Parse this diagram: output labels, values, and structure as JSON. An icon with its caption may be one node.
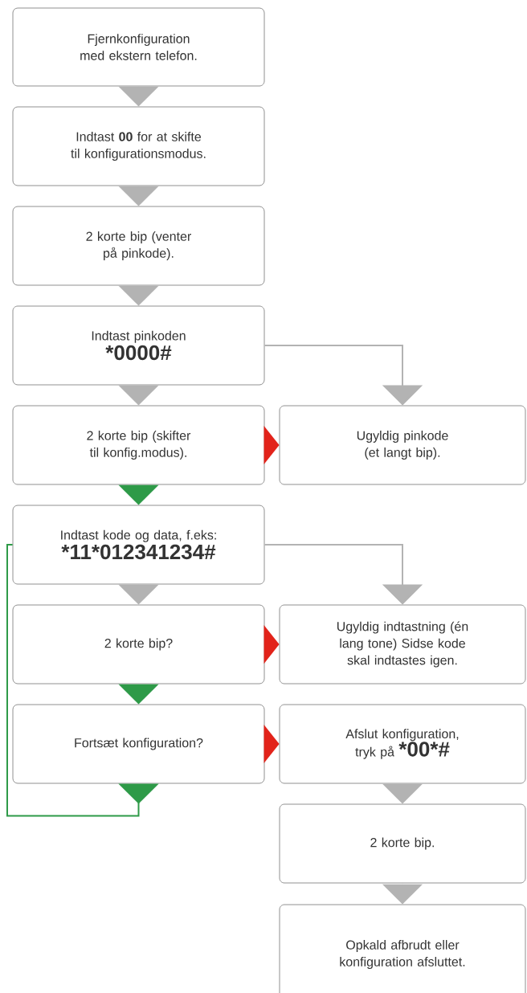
{
  "diagram": {
    "nodes": [
      {
        "text": [
          "Fjernkonfiguration med ekstern telefon."
        ]
      },
      {
        "text": [
          "Indtast **00** for at skifte til konfigurationsmodus."
        ]
      },
      {
        "text": [
          "2 korte bip (venter på pinkode)."
        ]
      },
      {
        "text": [
          "Indtast pinkoden",
          "*0000#"
        ]
      },
      {
        "text": [
          "2 korte bip (skifter til konfig.modus)."
        ]
      },
      {
        "text": [
          "Ugyldig pinkode (et langt bip)."
        ]
      },
      {
        "text": [
          "Indtast kode og data, f.eks:",
          "*11*012341234#"
        ]
      },
      {
        "text": [
          "2 korte bip?"
        ]
      },
      {
        "text": [
          "Ugyldig indtastning (én lang tone) Sidse kode skal indtastes igen."
        ]
      },
      {
        "text": [
          "Fortsæt konfiguration?"
        ]
      },
      {
        "text": [
          "Afslut konfiguration, tryk på",
          "*00*#"
        ]
      },
      {
        "text": [
          "2 korte bip."
        ]
      },
      {
        "text": [
          "Opkald afbrudt eller konfiguration afsluttet."
        ]
      }
    ],
    "edges": [
      {
        "from": 0,
        "to": 1,
        "arrow": "to"
      },
      {
        "from": 1,
        "to": 2,
        "arrow": "to"
      },
      {
        "from": 2,
        "to": 3,
        "arrow": "to"
      },
      {
        "from": 3,
        "to": 4,
        "arrow": "to"
      },
      {
        "from": 3,
        "to": 5,
        "arrow": "to",
        "color": "#b3b3b3"
      },
      {
        "from": 4,
        "to": 5,
        "arrow": "to",
        "color": "#e2231a"
      },
      {
        "from": 4,
        "to": 6,
        "arrow": "to",
        "color": "#2e9a48"
      },
      {
        "from": 6,
        "to": 7,
        "arrow": "to"
      },
      {
        "from": 6,
        "to": 8,
        "arrow": "to",
        "color": "#b3b3b3"
      },
      {
        "from": 7,
        "to": 8,
        "arrow": "to",
        "color": "#e2231a"
      },
      {
        "from": 7,
        "to": 9,
        "arrow": "to",
        "color": "#2e9a48"
      },
      {
        "from": 9,
        "to": 10,
        "arrow": "to",
        "color": "#e2231a"
      },
      {
        "from": 9,
        "to": 6,
        "arrow": "to",
        "color": "#2e9a48"
      },
      {
        "from": 10,
        "to": 11,
        "arrow": "to"
      },
      {
        "from": 11,
        "to": 12,
        "arrow": "to"
      }
    ]
  }
}
